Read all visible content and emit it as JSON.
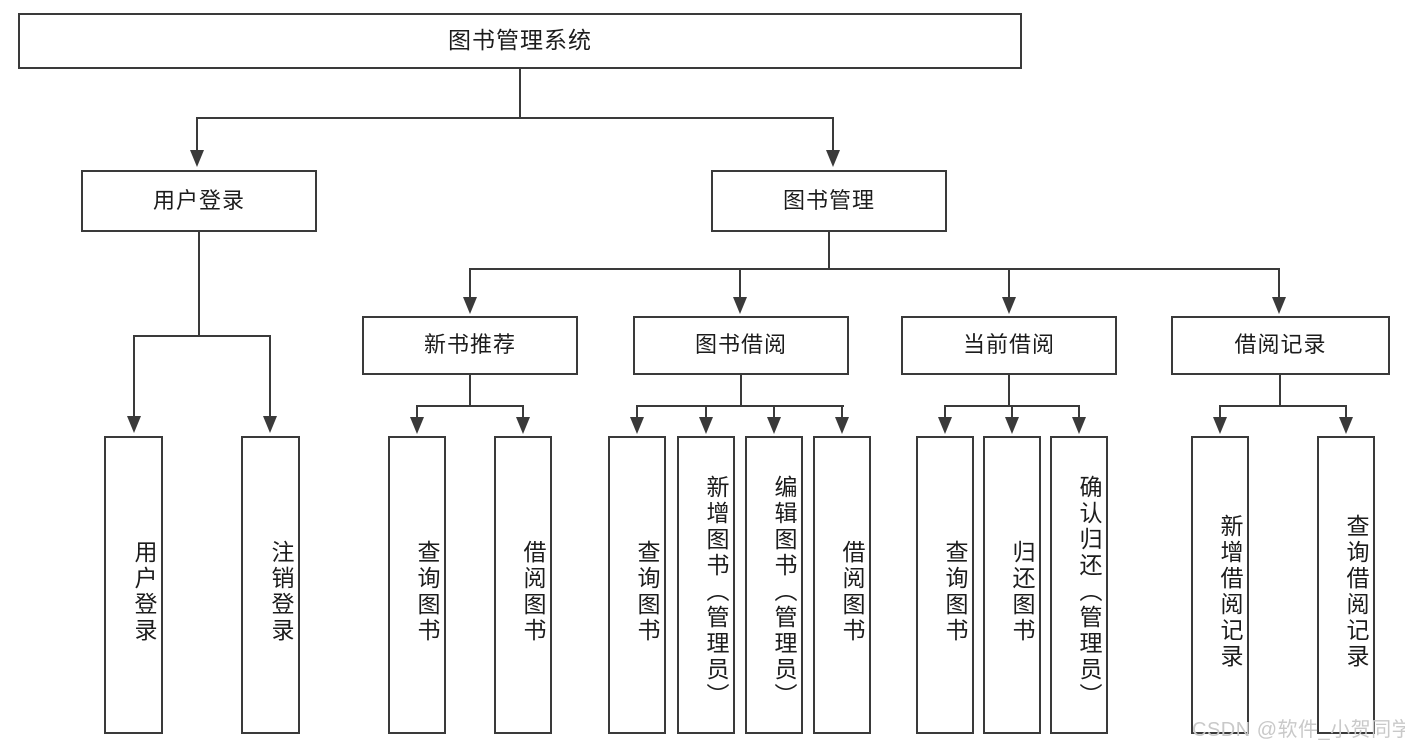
{
  "diagram": {
    "type": "tree",
    "title": "图书管理系统",
    "root": {
      "label": "图书管理系统"
    },
    "level2": [
      {
        "label": "用户登录"
      },
      {
        "label": "图书管理"
      }
    ],
    "level3": [
      {
        "label": "新书推荐"
      },
      {
        "label": "图书借阅"
      },
      {
        "label": "当前借阅"
      },
      {
        "label": "借阅记录"
      }
    ],
    "leaves": {
      "user_login": [
        {
          "label": "用户登录"
        },
        {
          "label": "注销登录"
        }
      ],
      "new_book_recommend": [
        {
          "label": "查询图书"
        },
        {
          "label": "借阅图书"
        }
      ],
      "book_borrow": [
        {
          "label": "查询图书"
        },
        {
          "label": "新增图书（管理员）"
        },
        {
          "label": "编辑图书（管理员）"
        },
        {
          "label": "借阅图书"
        }
      ],
      "current_borrow": [
        {
          "label": "查询图书"
        },
        {
          "label": "归还图书"
        },
        {
          "label": "确认归还（管理员）"
        }
      ],
      "borrow_record": [
        {
          "label": "新增借阅记录"
        },
        {
          "label": "查询借阅记录"
        }
      ]
    }
  },
  "watermark": {
    "text": "CSDN @软件_小贺同学"
  },
  "colors": {
    "border": "#3a3a3a",
    "text": "#1c1c1c",
    "background": "#ffffff",
    "watermark": "#c9c9c9"
  }
}
